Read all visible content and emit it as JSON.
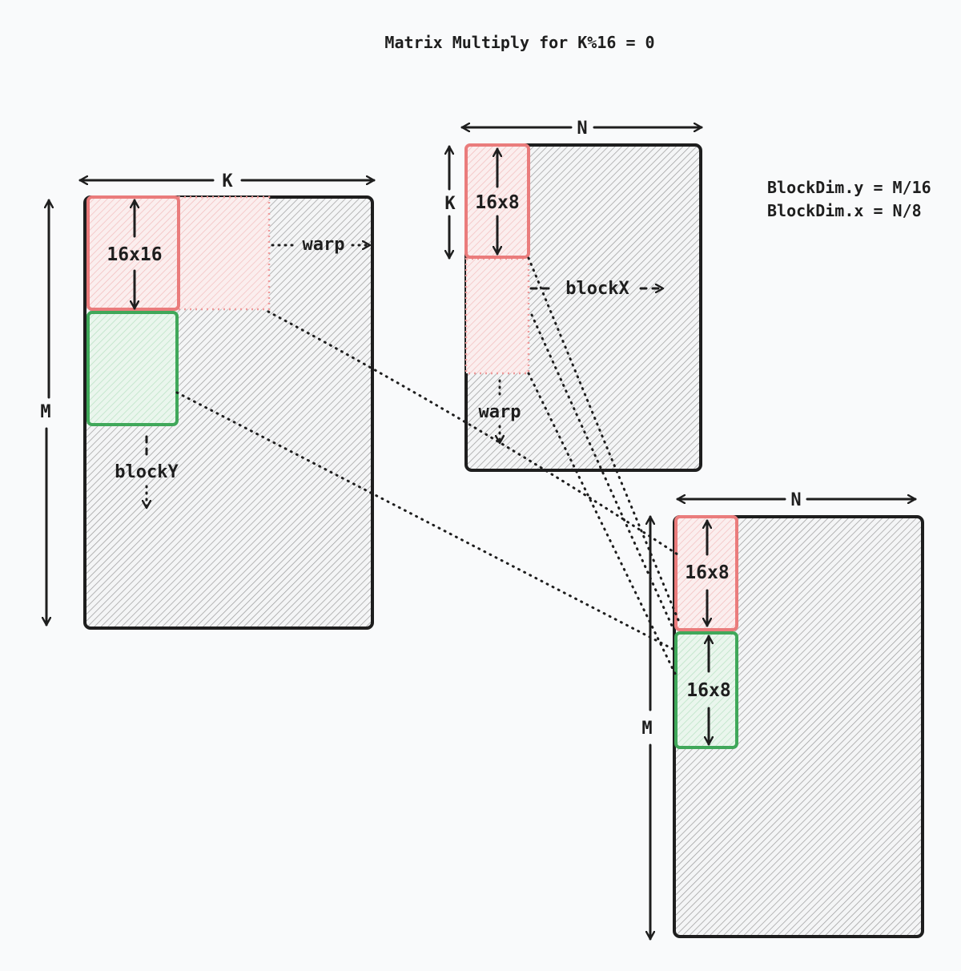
{
  "title": "Matrix Multiply for K%16 = 0",
  "colors": {
    "background": "#f9fafb",
    "stroke": "#1e1e1e",
    "warp_tile": "#ea7c7c",
    "block_tile": "#40a85a"
  },
  "matrix_a": {
    "width_label": "K",
    "height_label": "M",
    "warp_tile_label": "16x16",
    "warp_direction_label": "warp",
    "block_direction_label": "blockY"
  },
  "matrix_b": {
    "width_label": "N",
    "height_label": "K",
    "warp_tile_label": "16x8",
    "block_direction_label": "blockX",
    "warp_direction_label": "warp"
  },
  "matrix_c": {
    "width_label": "N",
    "height_label": "M",
    "warp_tile_label": "16x8",
    "block_tile_label": "16x8"
  },
  "notes": {
    "block_dim_y": "BlockDim.y = M/16",
    "block_dim_x": "BlockDim.x = N/8"
  }
}
